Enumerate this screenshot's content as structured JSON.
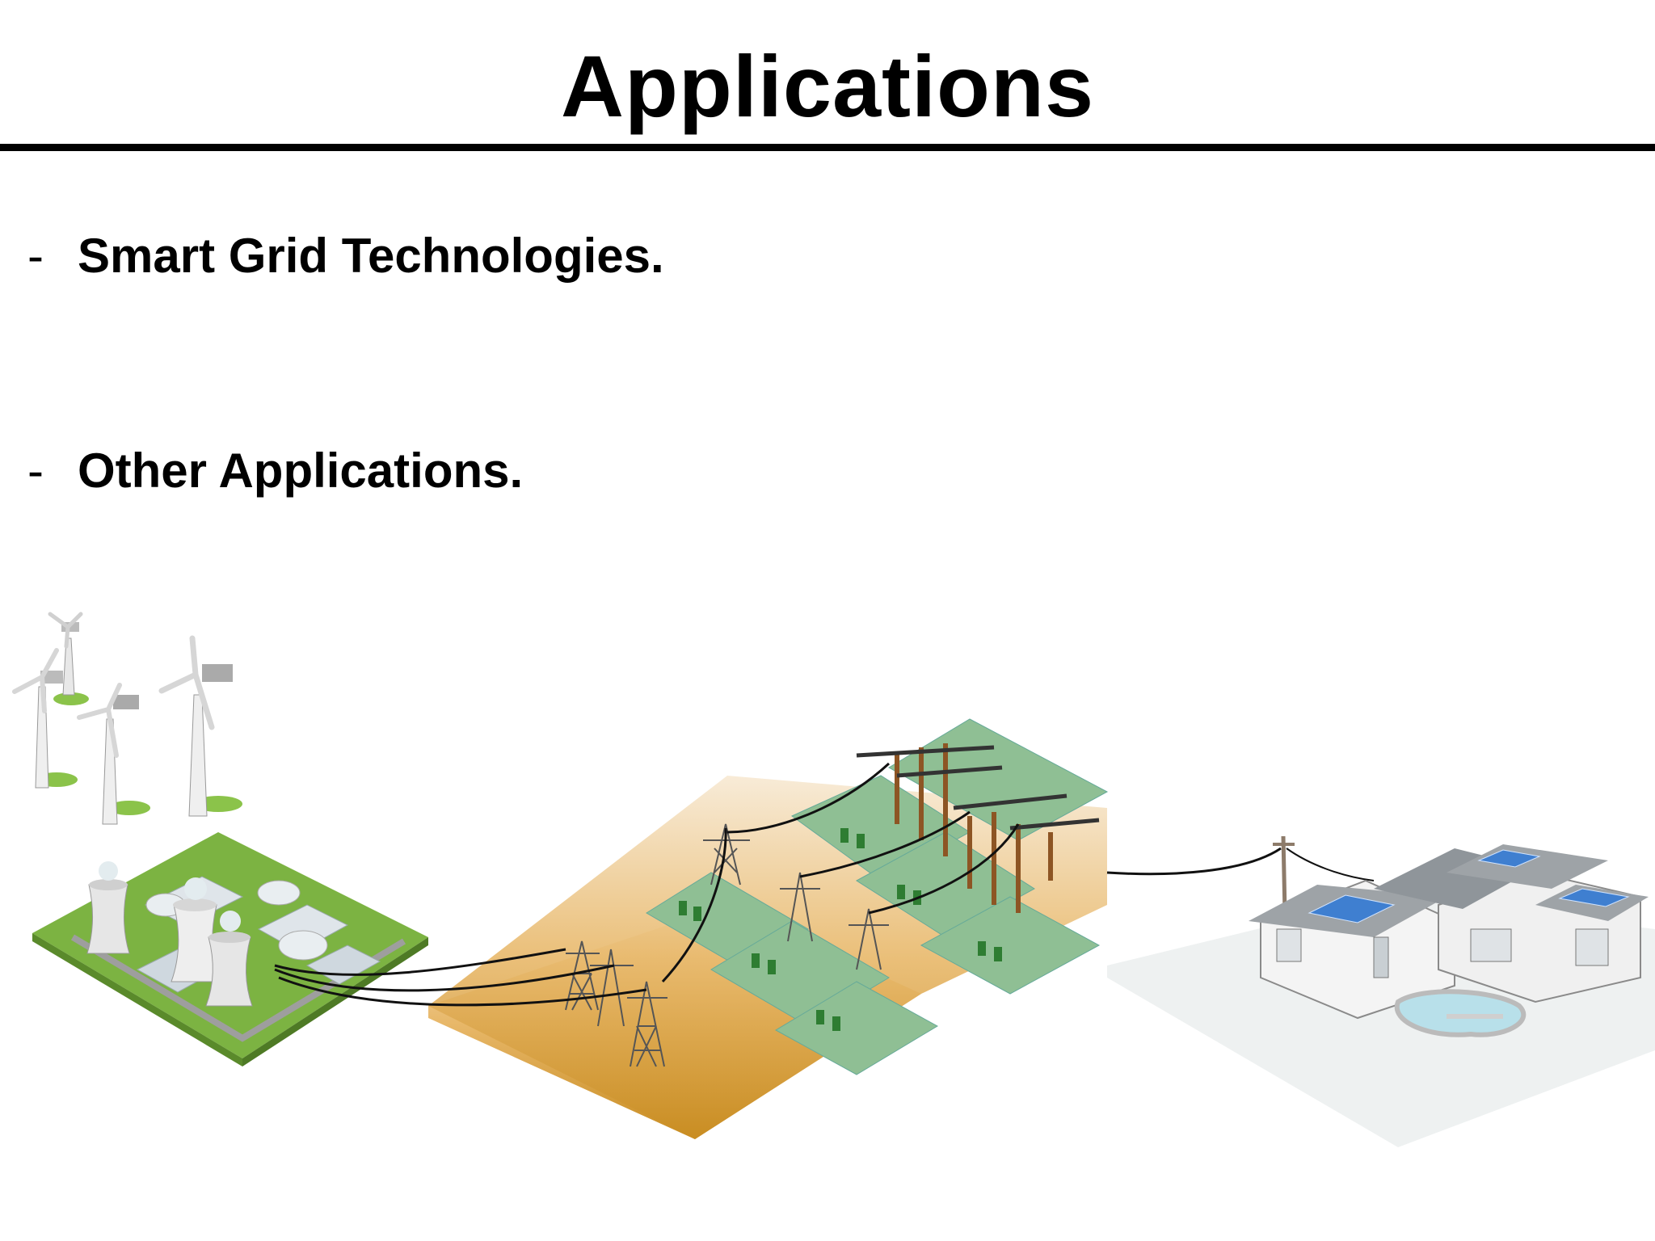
{
  "slide": {
    "title": "Applications",
    "bullets": [
      {
        "marker": "-",
        "text": "Smart Grid Technologies."
      },
      {
        "marker": "-",
        "text": "Other Applications."
      }
    ]
  },
  "illustration": {
    "subject": "smart-grid-illustration",
    "colors": {
      "plant_ground": "#7cb342",
      "desert_ground": "#d9a24a",
      "substation_ground": "#8fbf94",
      "home_ground": "#eef1f1",
      "solar_panel": "#3f7fd0"
    }
  }
}
